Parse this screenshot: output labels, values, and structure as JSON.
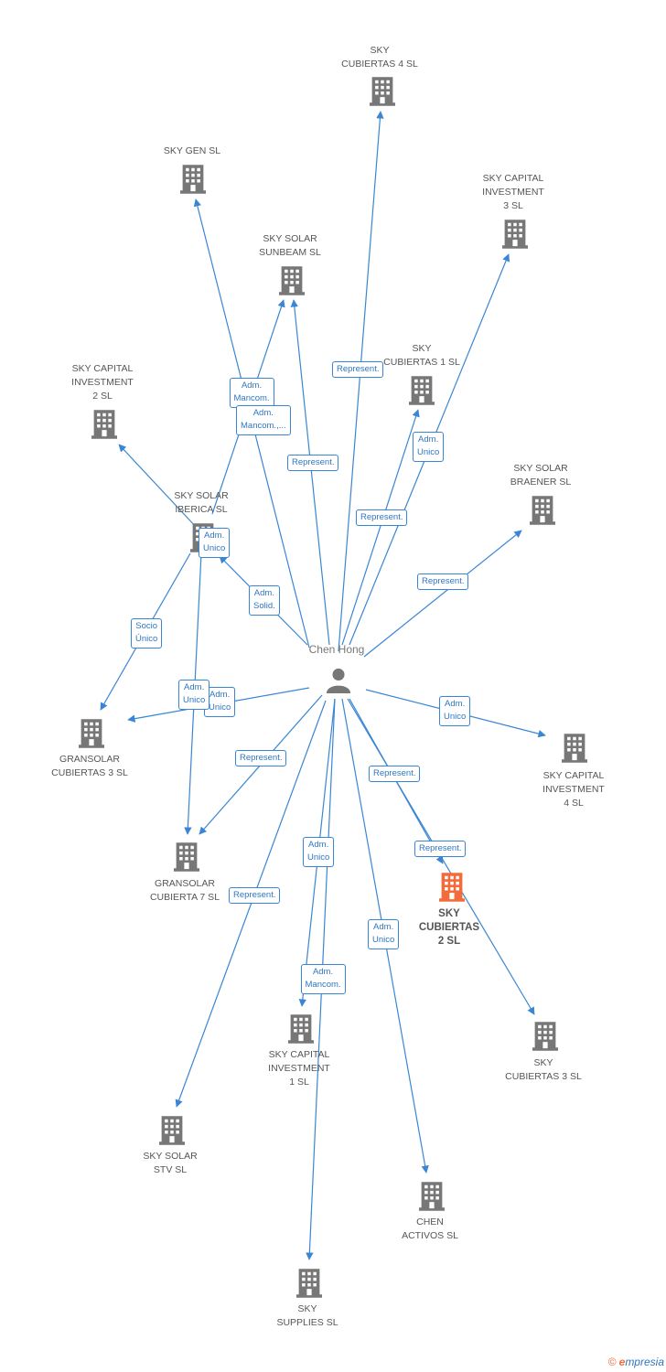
{
  "colors": {
    "edge": "#3a86d4",
    "building": "#777777",
    "highlight": "#f26b3a",
    "person": "#777777",
    "label_text": "#555555"
  },
  "person": {
    "name": "Chen Hong",
    "icon": "person-icon"
  },
  "companies": [
    {
      "id": "sky_cubiertas_4",
      "label": "SKY\nCUBIERTAS 4 SL"
    },
    {
      "id": "sky_gen",
      "label": "SKY GEN  SL"
    },
    {
      "id": "sky_capital_3",
      "label": "SKY CAPITAL\nINVESTMENT\n3 SL"
    },
    {
      "id": "sky_solar_sunbeam",
      "label": "SKY SOLAR\nSUNBEAM SL"
    },
    {
      "id": "sky_cubiertas_1",
      "label": "SKY\nCUBIERTAS 1 SL"
    },
    {
      "id": "sky_capital_2",
      "label": "SKY CAPITAL\nINVESTMENT\n2 SL"
    },
    {
      "id": "sky_solar_braener",
      "label": "SKY SOLAR\nBRAENER SL"
    },
    {
      "id": "sky_solar_iberica",
      "label": "SKY SOLAR\nIBERICA SL"
    },
    {
      "id": "gransolar_3",
      "label": "GRANSOLAR\nCUBIERTAS 3 SL"
    },
    {
      "id": "sky_capital_4",
      "label": "SKY CAPITAL\nINVESTMENT\n4 SL"
    },
    {
      "id": "gransolar_7",
      "label": "GRANSOLAR\nCUBIERTA 7  SL"
    },
    {
      "id": "sky_cubiertas_2",
      "label": "SKY\nCUBIERTAS\n2 SL",
      "highlight": true
    },
    {
      "id": "sky_cubiertas_3",
      "label": "SKY\nCUBIERTAS 3 SL"
    },
    {
      "id": "sky_capital_1",
      "label": "SKY CAPITAL\nINVESTMENT\n1 SL"
    },
    {
      "id": "sky_solar_stv",
      "label": "SKY SOLAR\nSTV SL"
    },
    {
      "id": "chen_activos",
      "label": "CHEN\nACTIVOS SL"
    },
    {
      "id": "sky_supplies",
      "label": "SKY\nSUPPLIES SL"
    }
  ],
  "edges": [
    {
      "from": "person",
      "to": "sky_cubiertas_4",
      "label": "Represent."
    },
    {
      "from": "person",
      "to": "sky_gen",
      "label": "Adm.\nMancom."
    },
    {
      "from": "sky_solar_iberica",
      "to": "sky_solar_sunbeam",
      "label": "Adm.\nMancom.,..."
    },
    {
      "from": "person",
      "to": "sky_solar_sunbeam",
      "label": "Represent."
    },
    {
      "from": "person",
      "to": "sky_capital_3",
      "label": "Adm.\nUnico"
    },
    {
      "from": "person",
      "to": "sky_cubiertas_1",
      "label": "Represent."
    },
    {
      "from": "person",
      "to": "sky_solar_braener",
      "label": "Represent."
    },
    {
      "from": "sky_solar_iberica",
      "to": "sky_capital_2",
      "label": "Adm.\nUnico"
    },
    {
      "from": "person",
      "to": "sky_solar_iberica",
      "label": "Adm.\nSolid."
    },
    {
      "from": "sky_solar_iberica",
      "to": "gransolar_3",
      "label": "Socio\nÚnico"
    },
    {
      "from": "person",
      "to": "gransolar_3",
      "label": "Adm.\nUnico"
    },
    {
      "from": "sky_solar_iberica",
      "to": "gransolar_7",
      "label": "Adm.\nUnico"
    },
    {
      "from": "person",
      "to": "sky_capital_4",
      "label": "Adm.\nUnico"
    },
    {
      "from": "person",
      "to": "gransolar_7",
      "label": "Represent."
    },
    {
      "from": "person",
      "to": "sky_cubiertas_2",
      "label": "Represent."
    },
    {
      "from": "person",
      "to": "sky_cubiertas_3",
      "label": "Represent."
    },
    {
      "from": "person",
      "to": "sky_capital_1",
      "label": "Adm.\nUnico"
    },
    {
      "from": "person",
      "to": "sky_solar_stv",
      "label": "Represent."
    },
    {
      "from": "person",
      "to": "chen_activos",
      "label": "Adm.\nUnico"
    },
    {
      "from": "person",
      "to": "sky_supplies",
      "label": "Adm.\nMancom."
    }
  ],
  "footer": {
    "copyright": "©",
    "brand_initial": "e",
    "brand_rest": "mpresia"
  }
}
